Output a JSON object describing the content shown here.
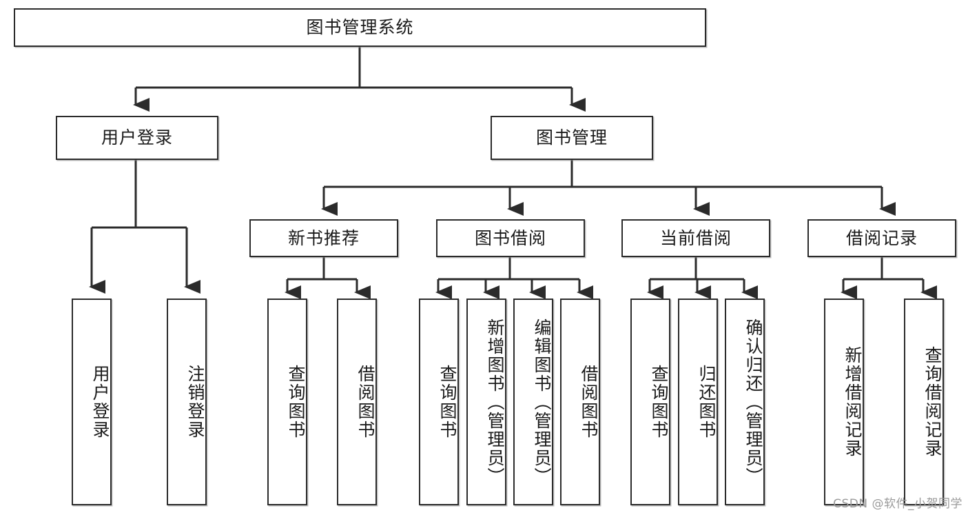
{
  "diagram": {
    "title": "图书管理系统",
    "type": "tree-hierarchy-diagram",
    "root": {
      "label": "图书管理系统"
    },
    "level2": [
      {
        "label": "用户登录"
      },
      {
        "label": "图书管理"
      }
    ],
    "level3": [
      {
        "label": "新书推荐"
      },
      {
        "label": "图书借阅"
      },
      {
        "label": "当前借阅"
      },
      {
        "label": "借阅记录"
      }
    ],
    "leaves": {
      "user_login": [
        {
          "label": "用户登录"
        },
        {
          "label": "注销登录"
        }
      ],
      "new_book_recommend": [
        {
          "label": "查询图书"
        },
        {
          "label": "借阅图书"
        }
      ],
      "book_borrow": [
        {
          "label": "查询图书"
        },
        {
          "label": "新增图书（管理员）"
        },
        {
          "label": "编辑图书（管理员）"
        },
        {
          "label": "借阅图书"
        }
      ],
      "current_borrow": [
        {
          "label": "查询图书"
        },
        {
          "label": "归还图书"
        },
        {
          "label": "确认归还（管理员）"
        }
      ],
      "borrow_records": [
        {
          "label": "新增借阅记录"
        },
        {
          "label": "查询借阅记录"
        }
      ]
    }
  },
  "watermark": {
    "text": "CSDN @软件_小贺同学"
  },
  "colors": {
    "stroke": "#2b2b2b",
    "fill": "#ffffff",
    "text": "#1a1a1a",
    "watermark": "#9a9a9a"
  }
}
